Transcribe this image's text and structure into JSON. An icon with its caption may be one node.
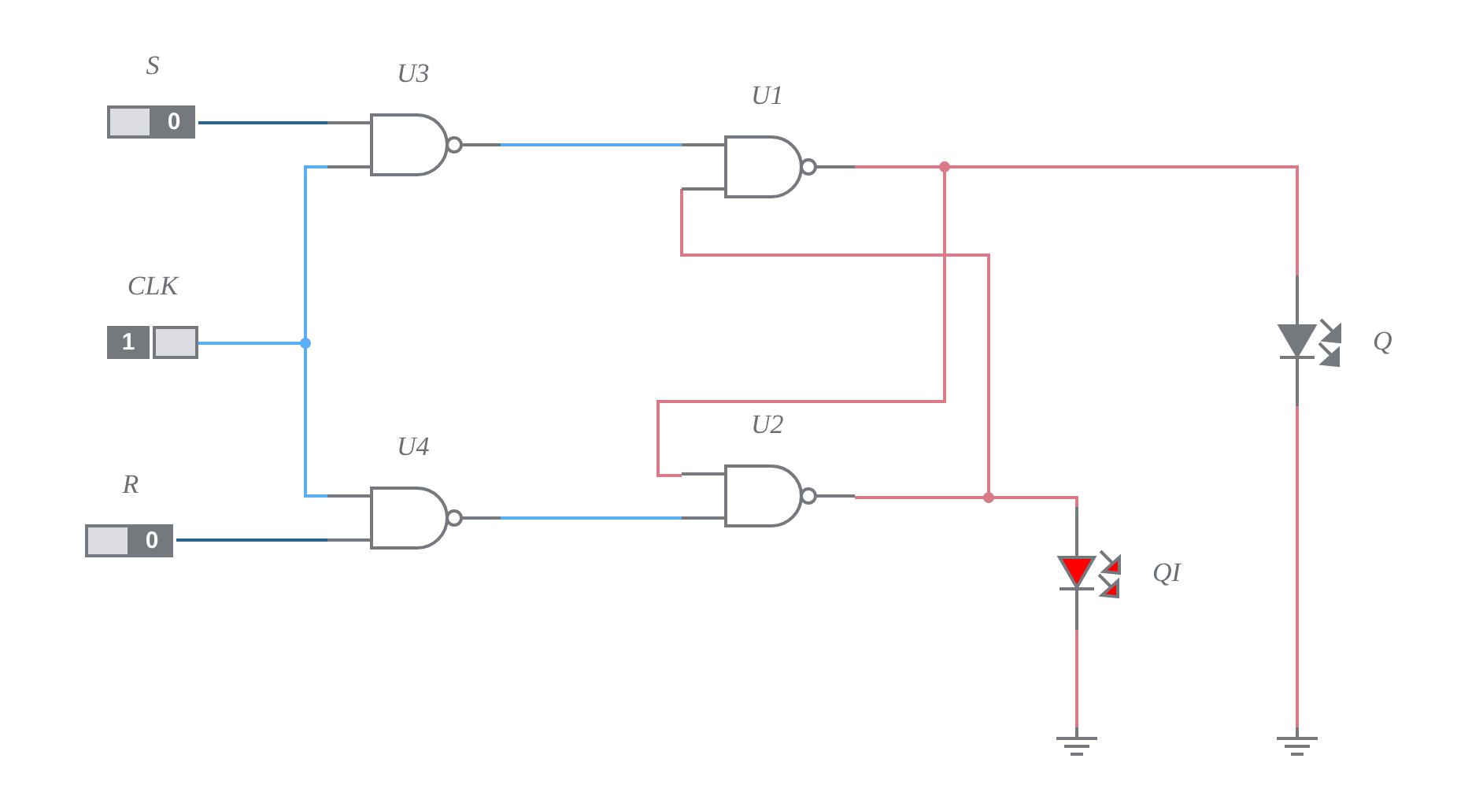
{
  "diagram": {
    "nodes": [
      {
        "text": [
          "S",
          "0"
        ]
      },
      {
        "text": [
          "CLK",
          "1"
        ]
      },
      {
        "text": [
          "R",
          "0"
        ]
      },
      {
        "text": [
          "U3"
        ]
      },
      {
        "text": [
          "U4"
        ]
      },
      {
        "text": [
          "U1"
        ]
      },
      {
        "text": [
          "U2"
        ]
      },
      {
        "text": [
          "Q"
        ]
      },
      {
        "text": [
          "QI"
        ]
      },
      {
        "text": [],
        "shape": "ground"
      },
      {
        "text": [],
        "shape": "ground"
      }
    ],
    "edges": [
      {
        "from": 0,
        "to": 3,
        "arrow": "none",
        "color": "#2c6590"
      },
      {
        "from": 1,
        "to": 3,
        "arrow": "none",
        "color": "#5aaef5"
      },
      {
        "from": 1,
        "to": 4,
        "arrow": "none",
        "color": "#5aaef5"
      },
      {
        "from": 2,
        "to": 4,
        "arrow": "none",
        "color": "#2c6590"
      },
      {
        "from": 3,
        "to": 5,
        "arrow": "none",
        "color": "#5aaef5"
      },
      {
        "from": 4,
        "to": 6,
        "arrow": "none",
        "color": "#5aaef5"
      },
      {
        "from": 5,
        "to": 6,
        "arrow": "none"
      },
      {
        "from": 5,
        "to": 7,
        "arrow": "none"
      },
      {
        "from": 6,
        "to": 5,
        "arrow": "none"
      },
      {
        "from": 6,
        "to": 8,
        "arrow": "none"
      },
      {
        "from": 8,
        "to": 9,
        "arrow": "none"
      },
      {
        "from": 7,
        "to": 10,
        "arrow": "none"
      }
    ]
  }
}
